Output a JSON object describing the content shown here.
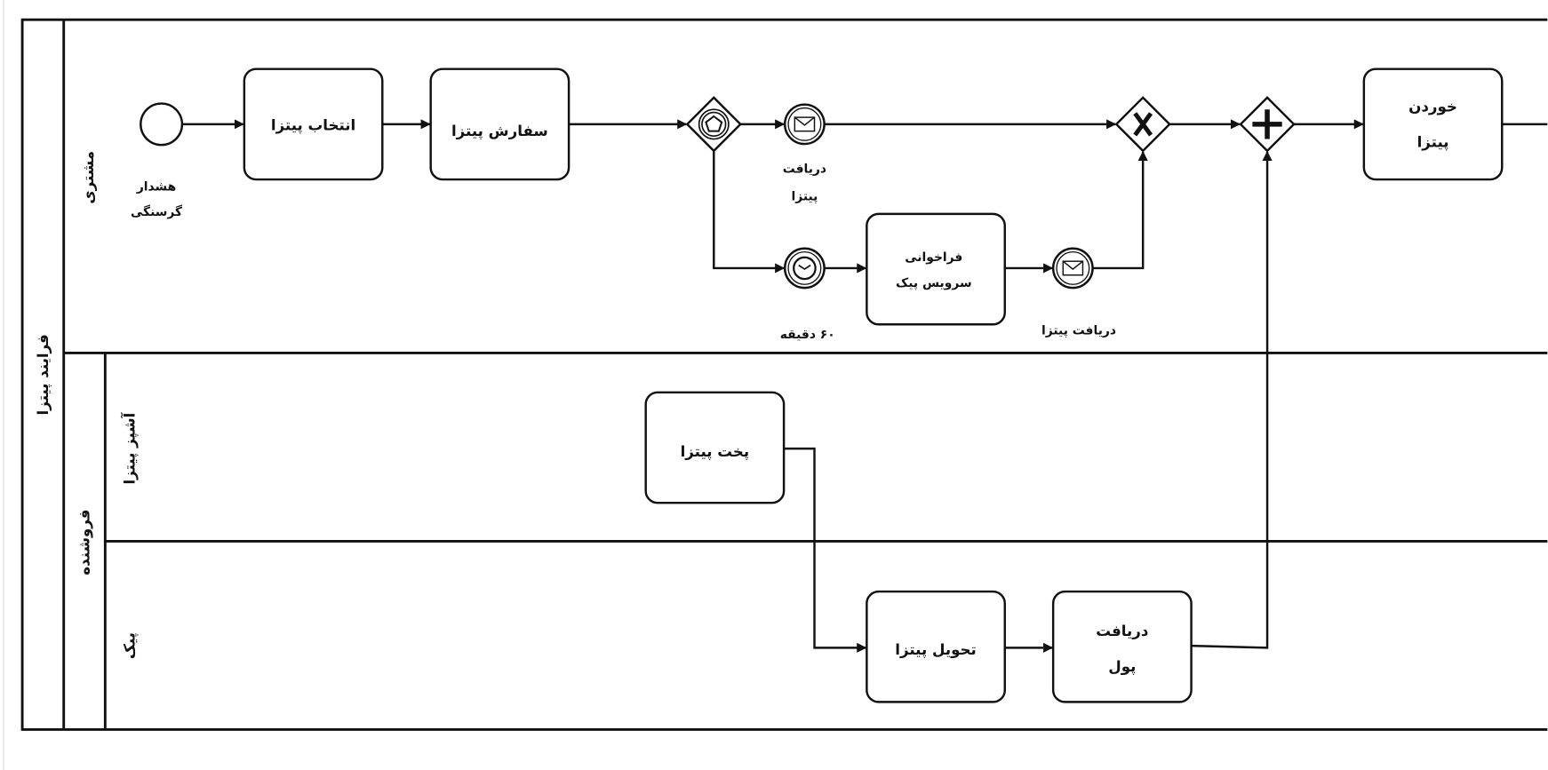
{
  "pool": {
    "label": "فرایند پیتزا"
  },
  "lanes": {
    "customer": "مشتری",
    "seller": "فروشنده",
    "chef": "آشپز پیتزا",
    "courier": "پیک"
  },
  "events": {
    "start": {
      "line1": "هشدار",
      "line2": "گرسنگی",
      "icon": "start-event-circle"
    },
    "receive_pizza_1": {
      "line1": "دریافت",
      "line2": "پیتزا",
      "icon": "envelope-icon"
    },
    "timer": {
      "label": "۶۰ دقیقه",
      "icon": "clock-icon"
    },
    "receive_pizza_2": {
      "label": "دریافت پیتزا",
      "icon": "envelope-icon"
    }
  },
  "tasks": {
    "select_pizza": {
      "line1": "انتخاب پیتزا"
    },
    "order_pizza": {
      "line1": "سفارش پیتزا"
    },
    "call_courier": {
      "line1": "فراخوانی",
      "line2": "سرویس پیک"
    },
    "eat_pizza": {
      "line1": "خوردن",
      "line2": "پیتزا"
    },
    "bake_pizza": {
      "line1": "پخت پیتزا"
    },
    "deliver_pizza": {
      "line1": "تحویل پیتزا"
    },
    "receive_money": {
      "line1": "دریافت",
      "line2": "پول"
    }
  },
  "gateways": {
    "event_based": "pentagon-icon",
    "exclusive": "x-icon",
    "parallel": "plus-icon"
  }
}
